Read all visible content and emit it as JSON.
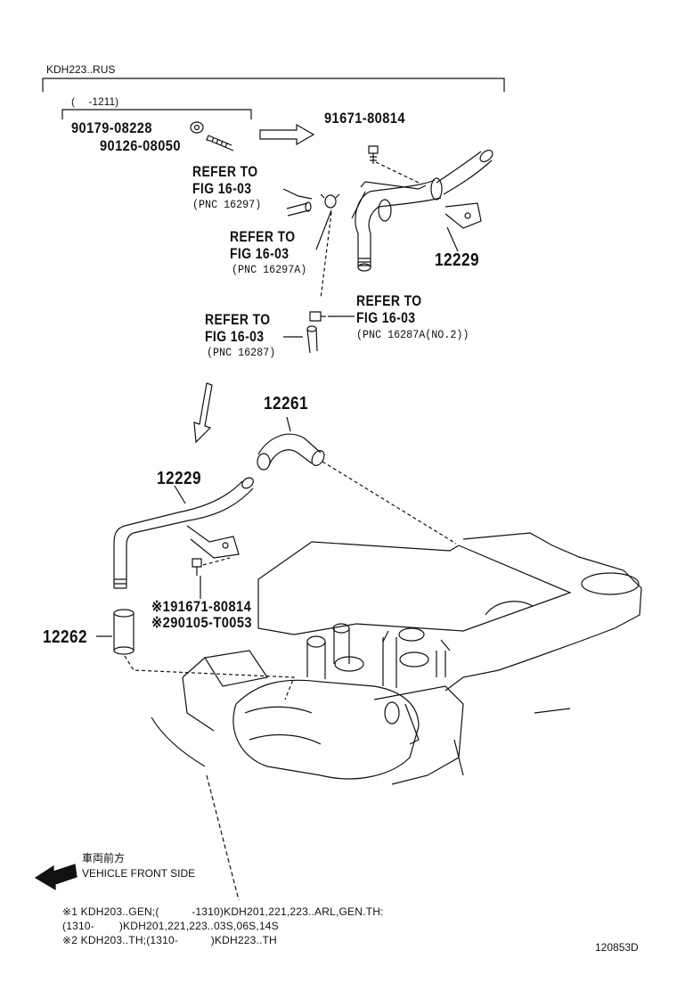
{
  "header": {
    "model_label": "KDH223..RUS",
    "date_range": "(　 -1211)"
  },
  "parts": {
    "p1": "90179-08228",
    "p2": "90126-08050",
    "p3": "91671-80814",
    "p4": "12229",
    "p5": "12261",
    "p6": "12229",
    "p7": "※191671-80814",
    "p8": "※290105-T0053",
    "p9": "12262"
  },
  "refs": [
    {
      "l1": "REFER TO",
      "l2": "FIG 16-03",
      "pnc": "(PNC 16297)"
    },
    {
      "l1": "REFER TO",
      "l2": "FIG 16-03",
      "pnc": "(PNC 16297A)"
    },
    {
      "l1": "REFER TO",
      "l2": "FIG 16-03",
      "pnc": "(PNC 16287A(NO.2))"
    },
    {
      "l1": "REFER TO",
      "l2": "FIG 16-03",
      "pnc": "(PNC 16287)"
    }
  ],
  "front": {
    "jp": "車両前方",
    "en": "VEHICLE FRONT SIDE"
  },
  "notes": [
    "※1 KDH203..GEN;(　　　-1310)KDH201,221,223..ARL,GEN.TH:",
    "(1310-　　 )KDH201,221,223..03S,06S,14S",
    "※2 KDH203..TH;(1310-　　　)KDH223..TH"
  ],
  "illustration_id": "120853D"
}
